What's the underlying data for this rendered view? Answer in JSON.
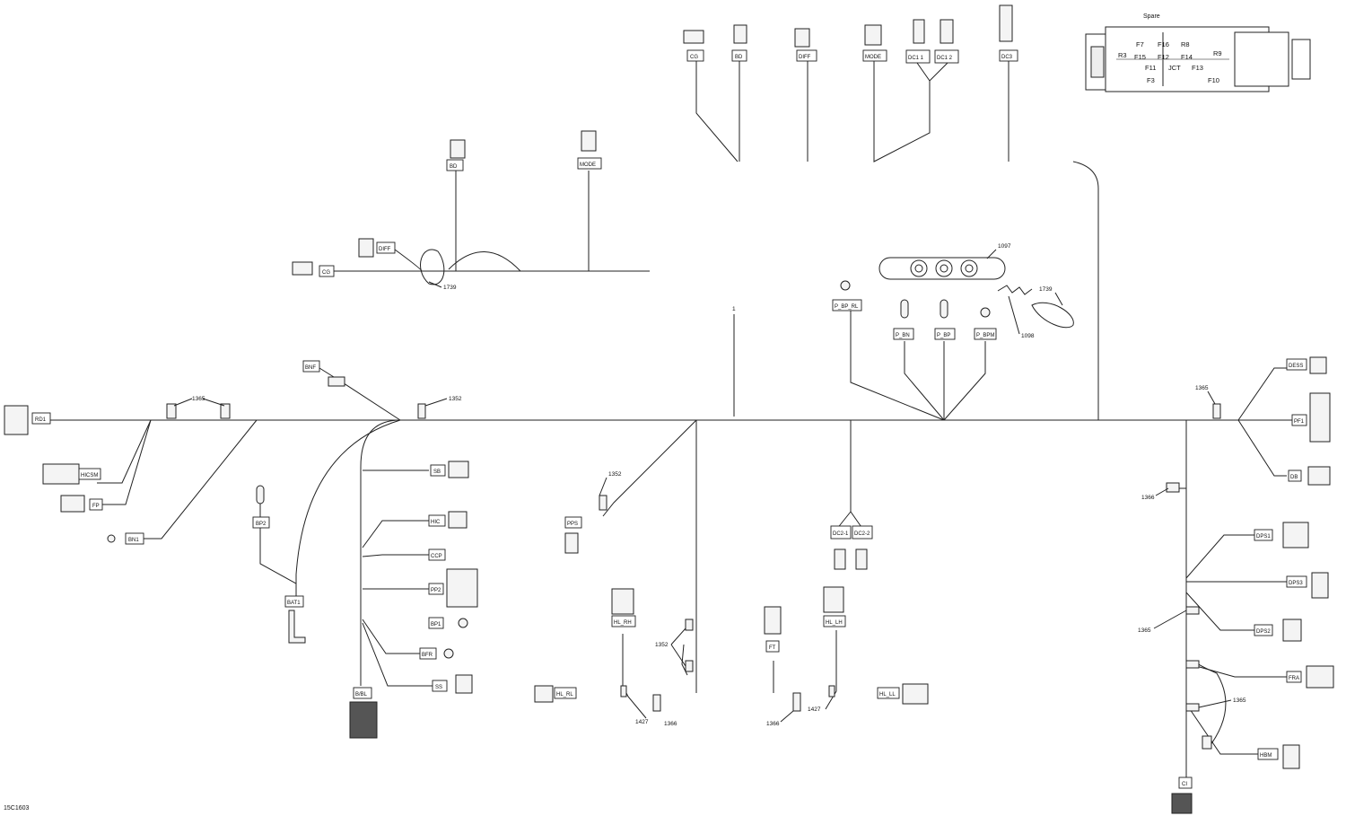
{
  "drawing_code": "15C1603",
  "fuse_box": {
    "header": "Spare",
    "cells": [
      "F7",
      "F16",
      "R8",
      "R3",
      "F15",
      "F12",
      "F14",
      "R9",
      "F11",
      "JCT",
      "F13",
      "F3",
      "F10"
    ]
  },
  "labels": {
    "RD1": "RD1",
    "HICSM": "HICSM",
    "FP": "FP",
    "BN1": "BN1",
    "BNF": "BNF",
    "BP2": "BP2",
    "BAT1": "BAT1",
    "SB": "SB",
    "HIC": "HIC",
    "CCP": "CCP",
    "PP2": "PP2",
    "BP1": "BP1",
    "BFR": "BFR",
    "SS": "SS",
    "BBL": "B/BL",
    "PPS": "PPS",
    "HL_RL": "HL_RL",
    "HL_RH": "HL_RH",
    "FT": "FT",
    "HL_LH": "HL_LH",
    "HL_LL": "HL_LL",
    "DC2_1": "DC2-1",
    "DC2_2": "DC2-2",
    "P_BP_RL": "P_BP_RL",
    "P_BN": "P_BN",
    "P_BP": "P_BP",
    "P_BPM": "P_BPM",
    "DESS": "DESS",
    "PF1": "PF1",
    "DB": "DB",
    "DPS1": "DPS1",
    "DPS3": "DPS3",
    "DPS2": "DPS2",
    "FRA": "FRA",
    "HBM": "HBM",
    "CI": "CI",
    "CG_top": "CG",
    "BD_top": "BD",
    "DIFF_top": "DIFF",
    "MODE_top": "MODE",
    "DC1_1": "DC1 1",
    "DC1_2": "DC1 2",
    "DC3": "DC3",
    "BD_mid": "BD",
    "MODE_mid": "MODE",
    "DIFF_mid": "DIFF",
    "CG_mid": "CG"
  },
  "callouts": {
    "c1365_left": "1365",
    "c1352_top": "1352",
    "c1739_top": "1739",
    "c1": "1",
    "c1097": "1097",
    "c1739_right": "1739",
    "c1098": "1098",
    "c1365_right": "1365",
    "c1366_right": "1366",
    "c1352_pps": "1352",
    "c1352_mid": "1352",
    "c1427_left": "1427",
    "c1366_left": "1366",
    "c1366_mid": "1366",
    "c1427_mid": "1427",
    "c1365_r2": "1365",
    "c1365_r3": "1365"
  }
}
